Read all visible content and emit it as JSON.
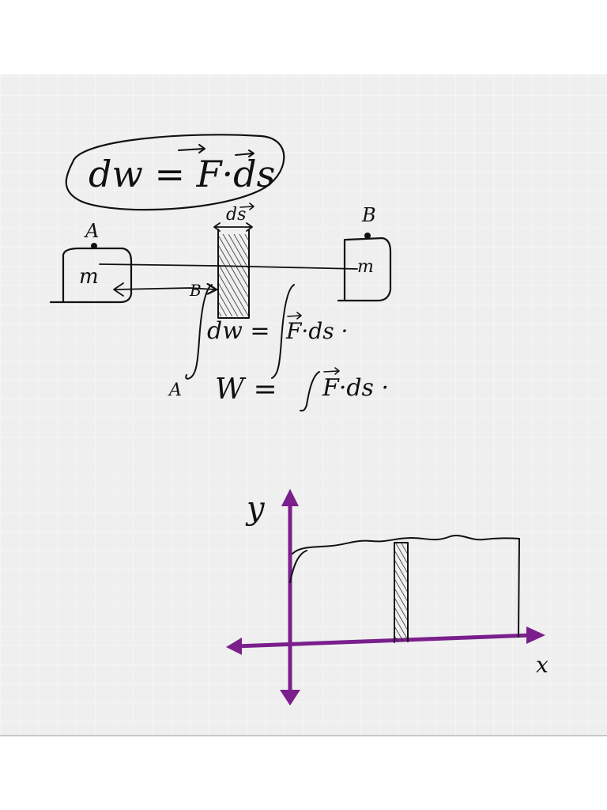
{
  "colors": {
    "board": "#efefef",
    "grid": "#f6f6f6",
    "ink": "#111111",
    "axis": "#7a1f8c"
  },
  "notes": {
    "top_formula": "dw = F·ds",
    "label_A_top": "A",
    "label_B_top": "B",
    "mass_left": "m",
    "mass_right": "m",
    "ds_label": "ds",
    "label_B_mid": "B",
    "label_A_low": "A",
    "integral_dw_left": "dw =",
    "integral_dw_right": "F·ds ·",
    "work_left": "W =",
    "work_right": "F·ds ·"
  },
  "graph": {
    "y_label": "y",
    "x_label": "x"
  }
}
